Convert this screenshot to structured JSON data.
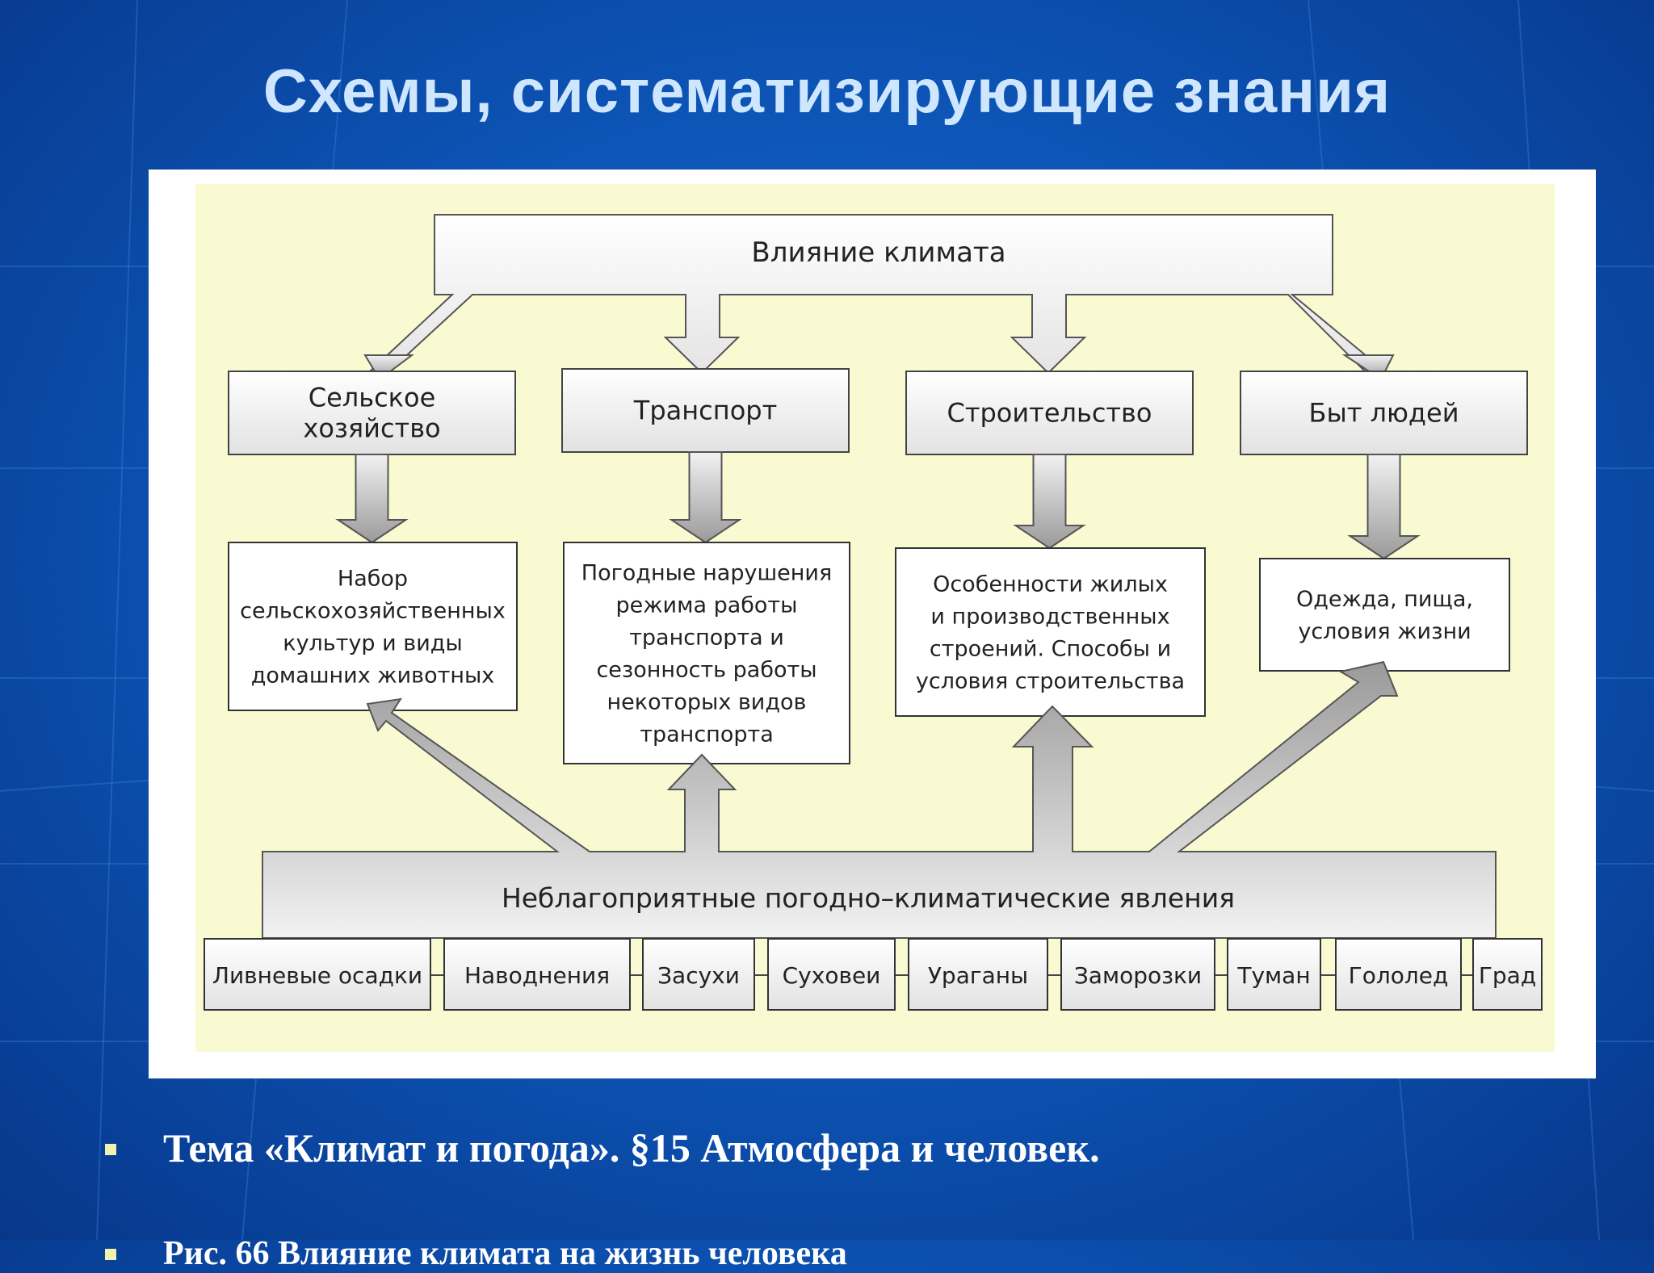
{
  "slide": {
    "title": "Схемы, систематизирующие знания",
    "accent_color": "#cfe6ff",
    "background_color": "#0d56b8"
  },
  "diagram": {
    "panel_color": "#fafad2",
    "top_node": "Влияние климата",
    "sectors": [
      {
        "label_lines": [
          "Сельское",
          "хозяйство"
        ],
        "effect_lines": [
          "Набор",
          "сельскохозяйственных",
          "культур и виды",
          "домашних животных"
        ]
      },
      {
        "label_lines": [
          "Транспорт"
        ],
        "effect_lines": [
          "Погодные нарушения",
          "режима работы",
          "транспорта и",
          "сезонность работы",
          "некоторых видов",
          "транспорта"
        ]
      },
      {
        "label_lines": [
          "Строительство"
        ],
        "effect_lines": [
          "Особенности жилых",
          "и производственных",
          "строений. Способы и",
          "условия строительства"
        ]
      },
      {
        "label_lines": [
          "Быт людей"
        ],
        "effect_lines": [
          "Одежда, пища,",
          "условия жизни"
        ]
      }
    ],
    "bottom_node": "Неблагоприятные погодно–климатические явления",
    "phenomena": [
      "Ливневые осадки",
      "Наводнения",
      "Засухи",
      "Суховеи",
      "Ураганы",
      "Заморозки",
      "Туман",
      "Гололед",
      "Град"
    ]
  },
  "captions": [
    "Тема «Климат и погода». §15 Атмосфера и человек.",
    "Рис. 66 Влияние климата на жизнь человека"
  ]
}
